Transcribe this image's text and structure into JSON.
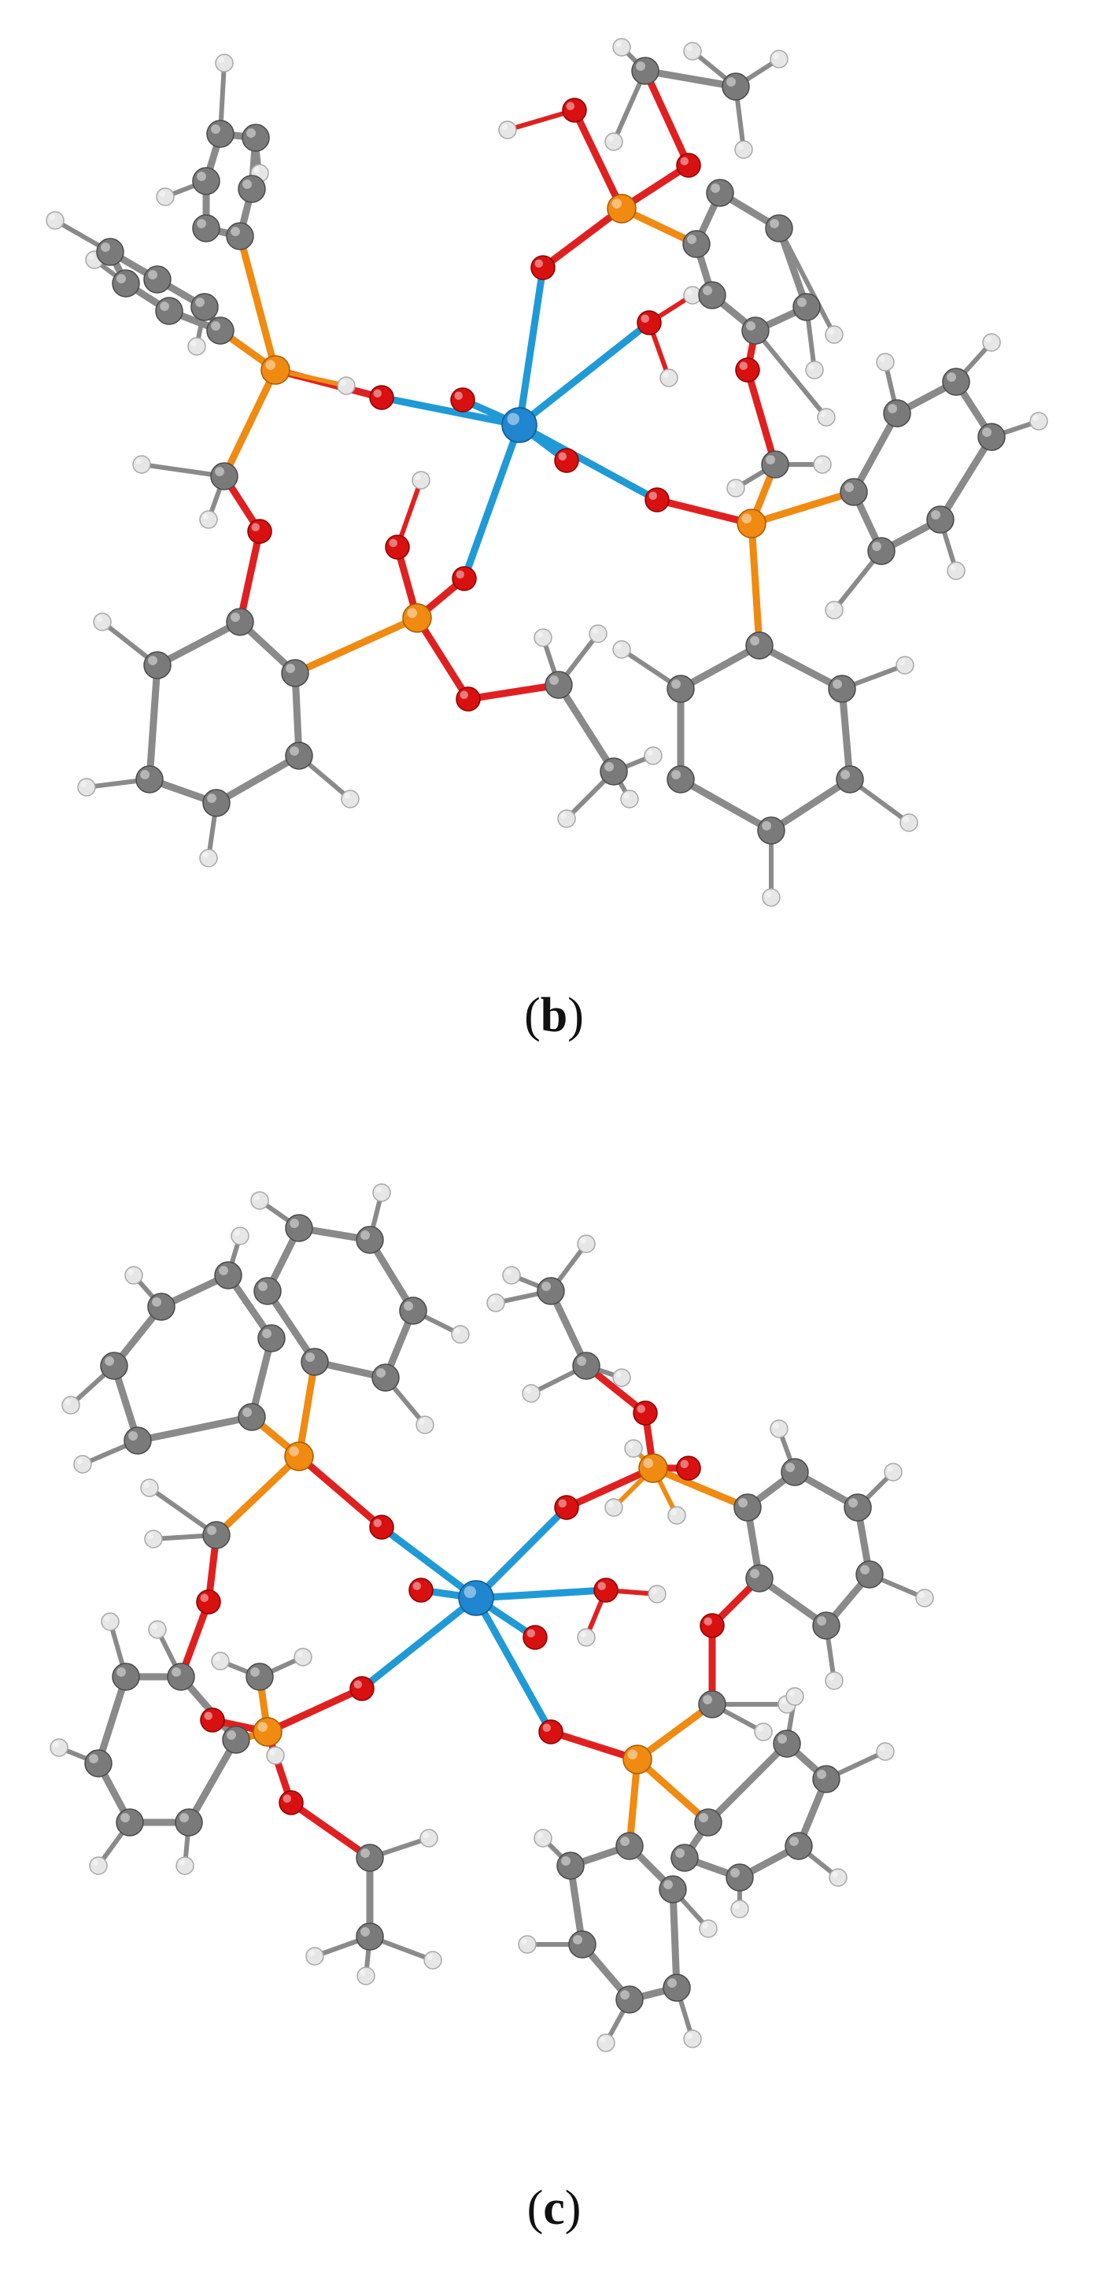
{
  "panels": [
    {
      "id": "b",
      "label_open": "(",
      "label_letter": "b",
      "label_close": ")",
      "letter_bold": true
    },
    {
      "id": "c",
      "label_open": "(",
      "label_letter": "c",
      "label_close": ")",
      "letter_bold": true
    }
  ],
  "colors": {
    "metal_center": "#1f86cf",
    "oxygen": "#d81010",
    "phosphorus": "#f08a10",
    "carbon": "#7a7a7a",
    "hydrogen": "#e6e6e6",
    "bond_carbon": "#8a8a8a",
    "bond_oxygen": "#e02020",
    "bond_metal": "#1f9ad6"
  }
}
